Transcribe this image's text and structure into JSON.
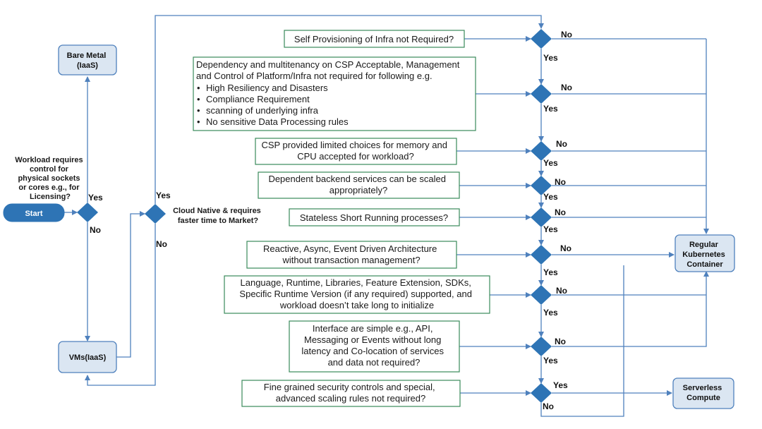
{
  "colors": {
    "line": "#4f81bd",
    "diamond": "#2e74b5",
    "node_fill": "#dbe6f2",
    "node_border": "#4f81bd",
    "start_fill": "#2e74b5",
    "qbox_border": "#3a8a5b"
  },
  "start": {
    "label": "Start"
  },
  "workload_question": {
    "lines": [
      "Workload requires",
      "control for",
      "physical sockets",
      "or cores e.g., for",
      "Licensing?"
    ]
  },
  "cloud_native_question": {
    "lines": [
      "Cloud Native & requires",
      "faster time to Market?"
    ]
  },
  "nodes": {
    "bare_metal": {
      "lines": [
        "Bare Metal",
        "(IaaS)"
      ]
    },
    "vms": {
      "lines": [
        "VMs(IaaS)"
      ]
    },
    "kubernetes": {
      "lines": [
        "Regular",
        "Kubernetes",
        "Container"
      ]
    },
    "serverless": {
      "lines": [
        "Serverless",
        "Compute"
      ]
    }
  },
  "labels": {
    "yes": "Yes",
    "no": "No"
  },
  "questions": [
    {
      "lines": [
        "Self Provisioning of Infra not Required?"
      ]
    },
    {
      "lines": [
        "Dependency and multitenancy on CSP Acceptable, Management",
        "and Control of Platform/Infra not required for following e.g."
      ],
      "bullets": [
        "High Resiliency and Disasters",
        "Compliance Requirement",
        "scanning of underlying infra",
        "No sensitive Data Processing rules"
      ]
    },
    {
      "lines": [
        "CSP provided limited choices for memory and",
        "CPU accepted for workload?"
      ]
    },
    {
      "lines": [
        "Dependent backend services can be scaled",
        "appropriately?"
      ]
    },
    {
      "lines": [
        "Stateless Short Running processes?"
      ]
    },
    {
      "lines": [
        "Reactive, Async, Event Driven Architecture",
        "without transaction management?"
      ]
    },
    {
      "lines": [
        "Language, Runtime, Libraries, Feature Extension, SDKs,",
        "Specific Runtime Version (if any required) supported, and",
        "workload doesn’t take long to initialize"
      ]
    },
    {
      "lines": [
        "Interface are simple e.g., API,",
        "Messaging or Events without long",
        "latency and Co-location of services",
        "and data not required?"
      ]
    },
    {
      "lines": [
        "Fine grained security controls and special,",
        "advanced scaling rules not required?"
      ]
    }
  ]
}
